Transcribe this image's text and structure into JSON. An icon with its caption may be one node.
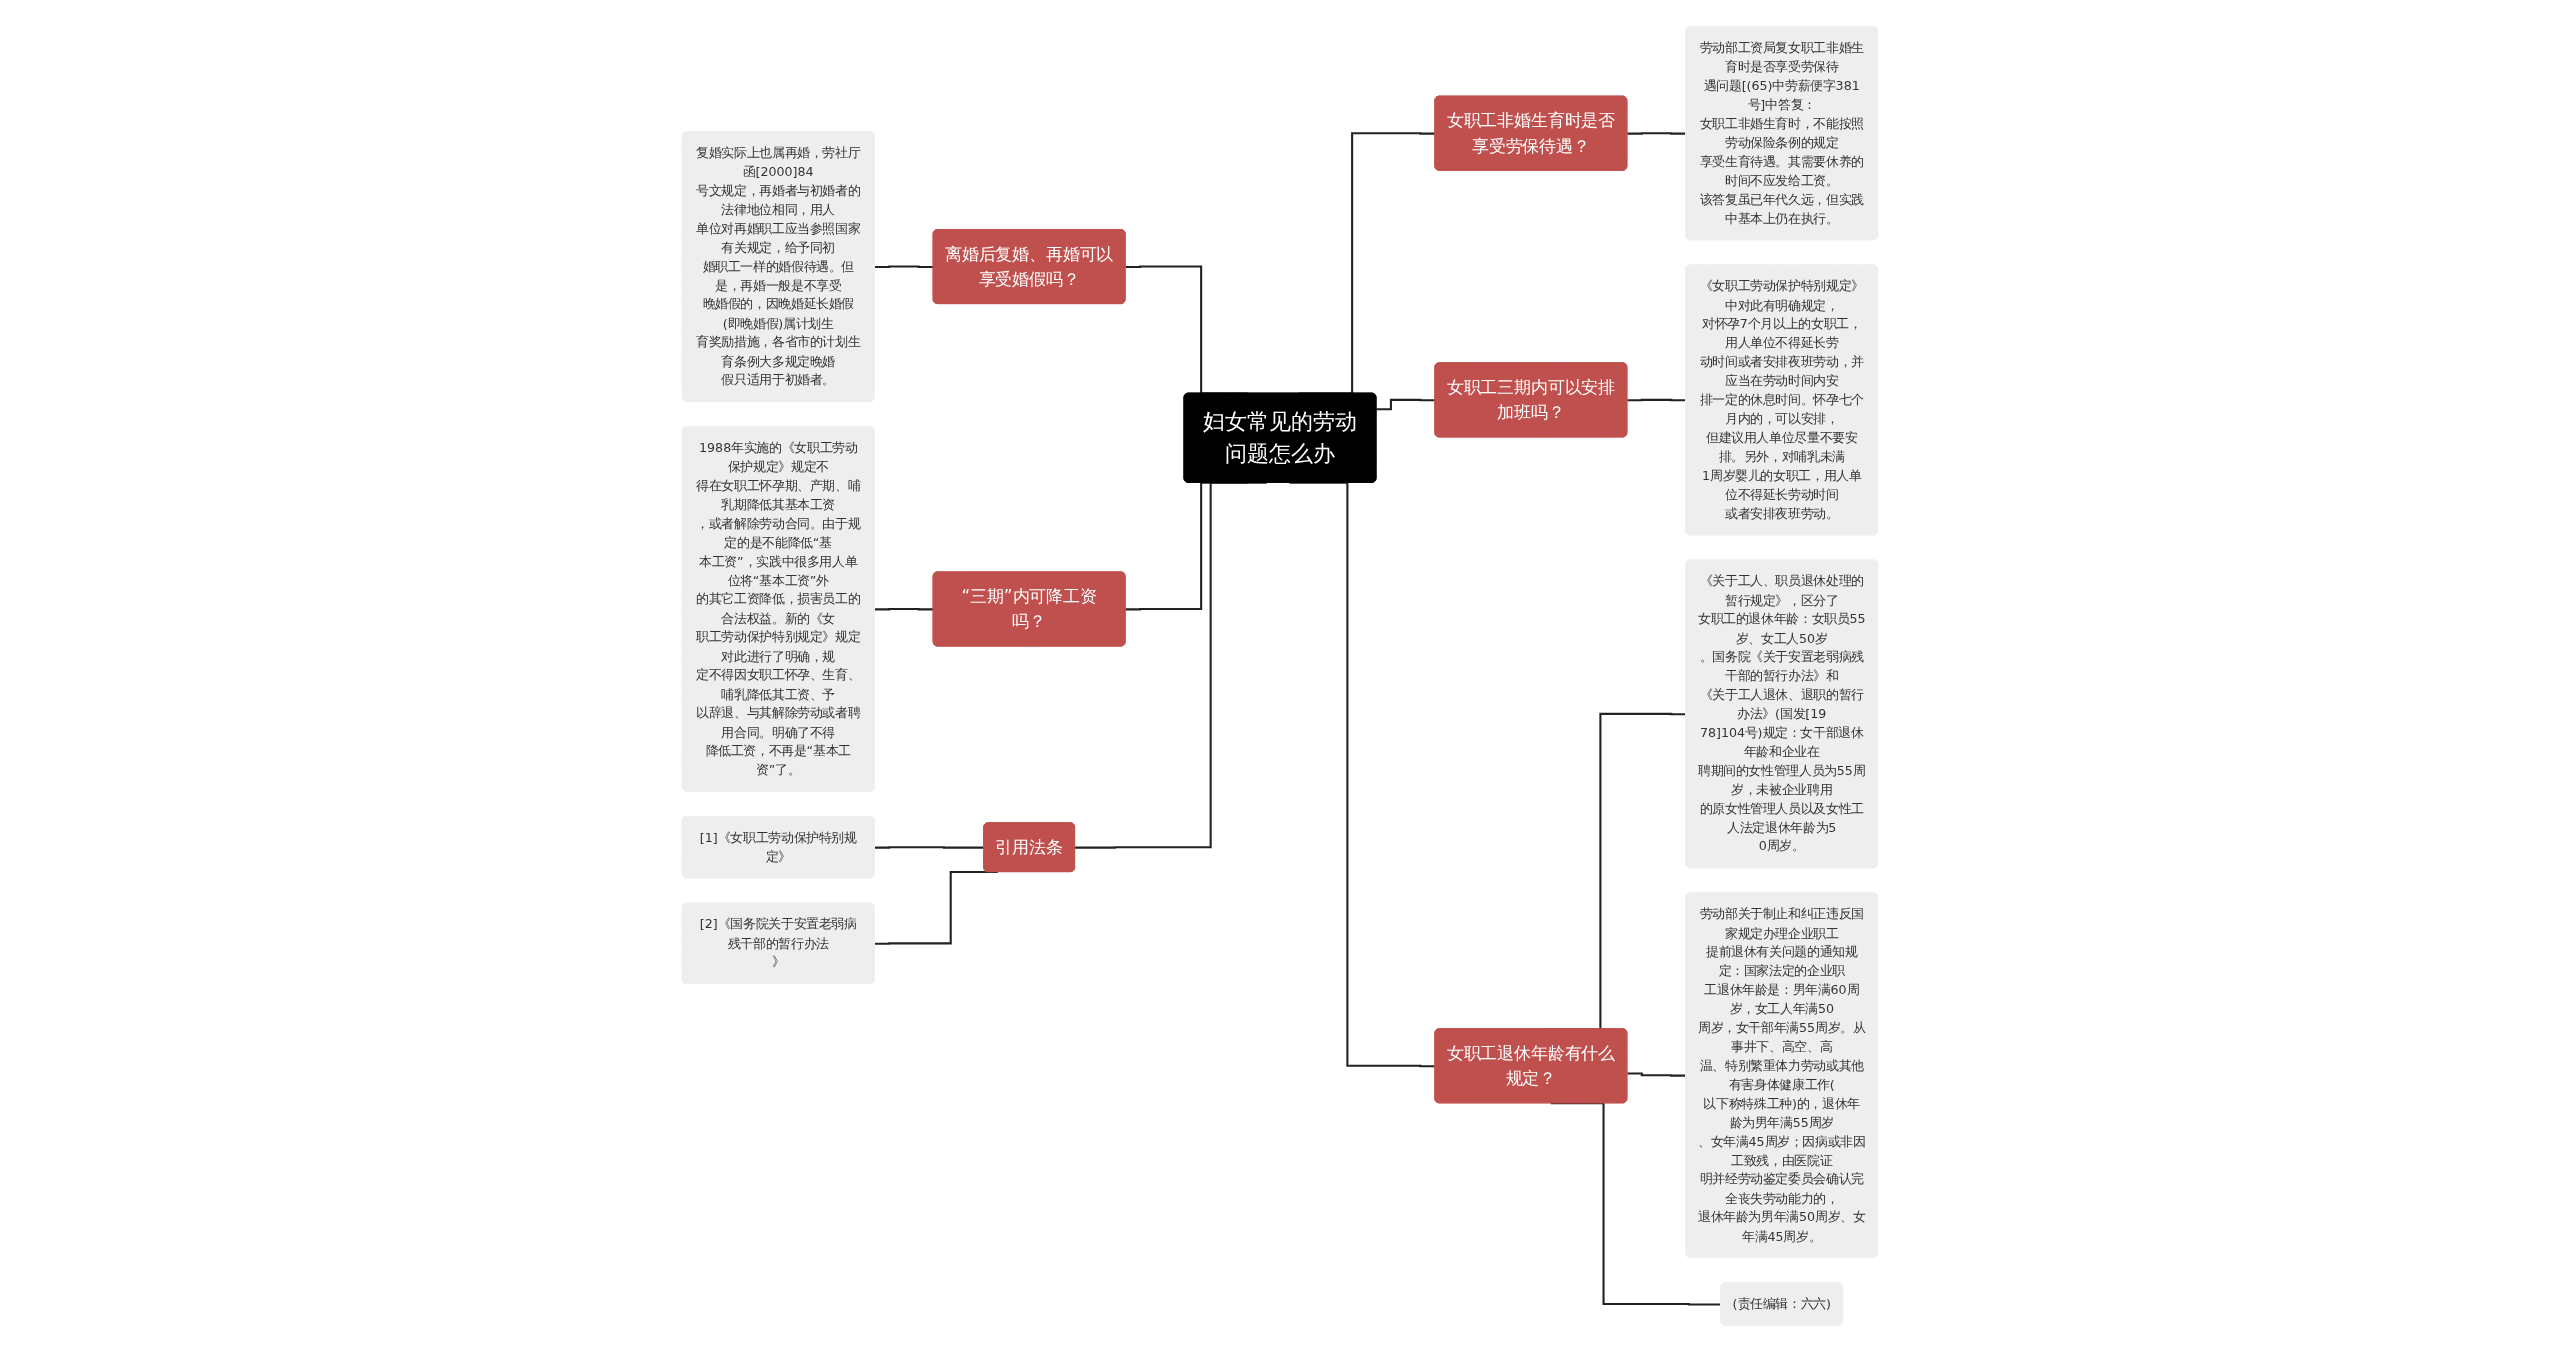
{
  "diagram": {
    "nodes": [
      {
        "text": [
          "妇女常见的劳动问题怎么办"
        ]
      },
      {
        "text": [
          "离婚后复婚、再婚可以享受婚假吗？"
        ]
      },
      {
        "text": [
          "复婚实际上也属再婚，劳社厅函[2000]84号文规定，再婚者与初婚者的法律地位相同，用人单位对再婚职工应当参照国家有关规定，给予同初婚职工一样的婚假待遇。但是，再婚一般是不享受晚婚假的，因晚婚延长婚假(即晚婚假)属计划生育奖励措施，各省市的计划生育条例大多规定晚婚假只适用于初婚者。"
        ]
      },
      {
        "text": [
          "“三期”内可降工资吗？"
        ]
      },
      {
        "text": [
          "1988年实施的《女职工劳动保护规定》规定不得在女职工怀孕期、产期、哺乳期降低其基本工资，或者解除劳动合同。由于规定的是不能降低“基本工资”，实践中很多用人单位将“基本工资”外的其它工资降低，损害员工的合法权益。新的《女职工劳动保护特别规定》规定对此进行了明确，规定不得因女职工怀孕、生育、哺乳降低其工资、予以辞退、与其解除劳动或者聘用合同。明确了不得降低工资，不再是“基本工资”了。"
        ]
      },
      {
        "text": [
          "引用法条"
        ]
      },
      {
        "text": [
          "[1]《女职工劳动保护特别规定》"
        ]
      },
      {
        "text": [
          "[2]《国务院关于安置老弱病残干部的暂行办法》"
        ]
      },
      {
        "text": [
          "女职工非婚生育时是否享受劳保待遇？"
        ]
      },
      {
        "text": [
          "劳动部工资局复女职工非婚生育时是否享受劳保待遇问题[(65)中劳薪便字381号]中答复：女职工非婚生育时，不能按照劳动保险条例的规定享受生育待遇。其需要休养的时间不应发给工资。该答复虽已年代久远，但实践中基本上仍在执行。"
        ]
      },
      {
        "text": [
          "女职工三期内可以安排加班吗？"
        ]
      },
      {
        "text": [
          "《女职工劳动保护特别规定》中对此有明确规定，对怀孕7个月以上的女职工，用人单位不得延长劳动时间或者安排夜班劳动，并应当在劳动时间内安排一定的休息时间。怀孕七个月内的，可以安排，但建议用人单位尽量不要安排。另外，对哺乳未满1周岁婴儿的女职工，用人单位不得延长劳动时间或者安排夜班劳动。"
        ]
      },
      {
        "text": [
          "女职工退休年龄有什么规定？"
        ]
      },
      {
        "text": [
          "《关于工人、职员退休处理的暂行规定》，区分了女职工的退休年龄：女职员55岁、女工人50岁。国务院《关于安置老弱病残干部的暂行办法》和《关于工人退休、退职的暂行办法》(国发[1978]104号)规定：女干部退休年龄和企业在聘期间的女性管理人员为55周岁，未被企业聘用的原女性管理人员以及女性工人法定退休年龄为50周岁。"
        ]
      },
      {
        "text": [
          "劳动部关于制止和纠正违反国家规定办理企业职工提前退休有关问题的通知规定：国家法定的企业职工退休年龄是：男年满60周岁，女工人年满50周岁，女干部年满55周岁。从事井下、高空、高温、特别繁重体力劳动或其他有害身体健康工作(以下称特殊工种)的，退休年龄为男年满55周岁、女年满45周岁；因病或非因工致残，由医院证明并经劳动鉴定委员会确认完全丧失劳动能力的，退休年龄为男年满50周岁、女年满45周岁。"
        ]
      },
      {
        "text": [
          "(责任编辑：六六)"
        ]
      }
    ],
    "edges": [
      {
        "from": 2,
        "to": 1,
        "arrow": "none"
      },
      {
        "from": 1,
        "to": 0,
        "arrow": "none"
      },
      {
        "from": 4,
        "to": 3,
        "arrow": "none"
      },
      {
        "from": 3,
        "to": 0,
        "arrow": "none"
      },
      {
        "from": 6,
        "to": 5,
        "arrow": "none"
      },
      {
        "from": 7,
        "to": 5,
        "arrow": "none"
      },
      {
        "from": 5,
        "to": 0,
        "arrow": "none"
      },
      {
        "from": 0,
        "to": 8,
        "arrow": "none"
      },
      {
        "from": 8,
        "to": 9,
        "arrow": "none"
      },
      {
        "from": 0,
        "to": 10,
        "arrow": "none"
      },
      {
        "from": 10,
        "to": 11,
        "arrow": "none"
      },
      {
        "from": 0,
        "to": 12,
        "arrow": "none"
      },
      {
        "from": 12,
        "to": 13,
        "arrow": "none"
      },
      {
        "from": 12,
        "to": 14,
        "arrow": "none"
      },
      {
        "from": 12,
        "to": 15,
        "arrow": "none"
      }
    ]
  }
}
